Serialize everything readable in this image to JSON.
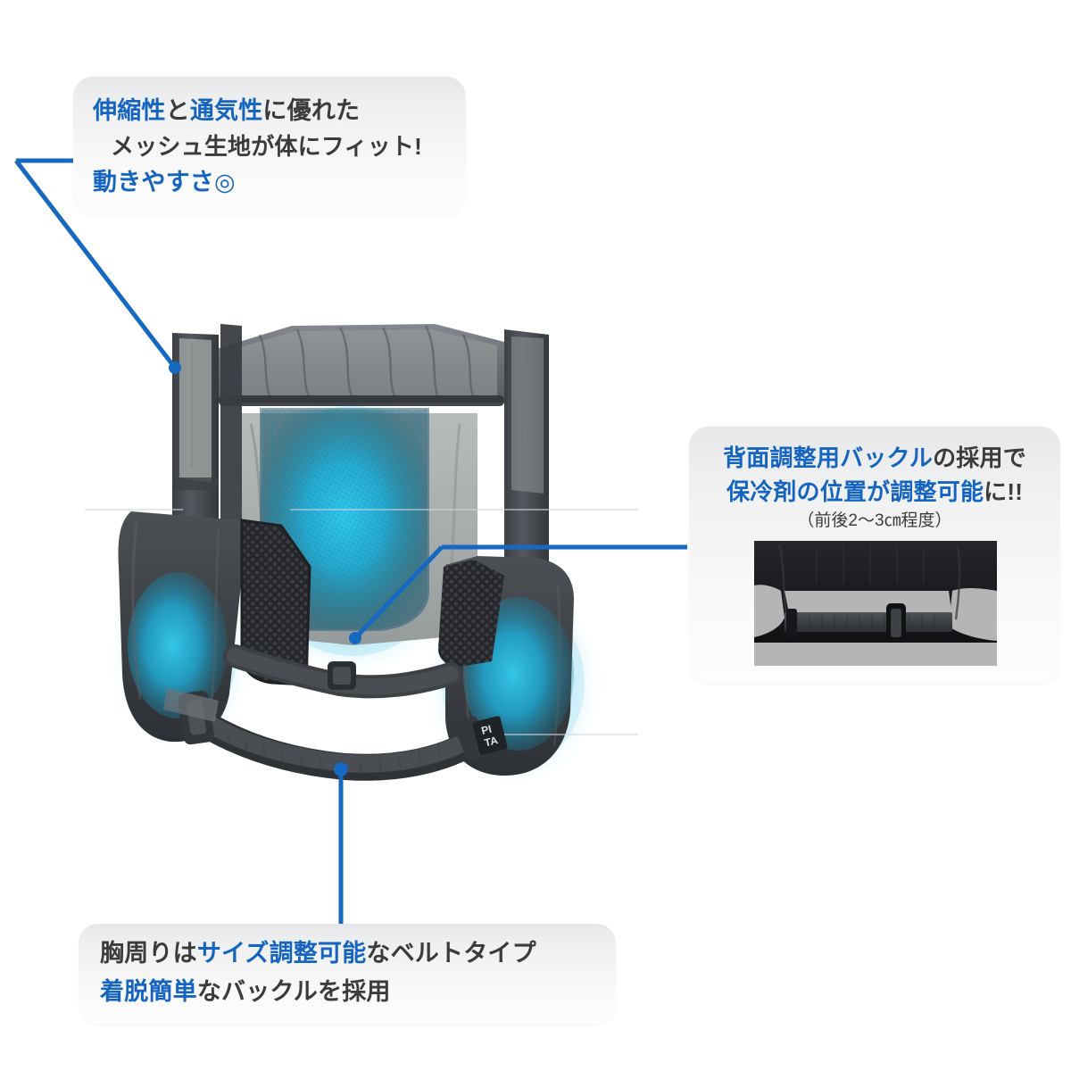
{
  "page": {
    "background": "#ffffff",
    "accent_blue": "#1565c0",
    "line_blue": "#1569c0",
    "text_dark": "#3b3b3b",
    "cool_cyan": "#22b3d8"
  },
  "callouts": [
    {
      "id": "mesh",
      "name": "callout-mesh-fit",
      "lines": [
        {
          "segments": [
            {
              "text": "伸縮性",
              "highlight": true
            },
            {
              "text": "と",
              "highlight": false
            },
            {
              "text": "通気性",
              "highlight": true
            },
            {
              "text": "に優れた",
              "highlight": false
            }
          ]
        },
        {
          "segments": [
            {
              "text": "メッシュ生地が体にフィット!",
              "highlight": false
            }
          ]
        },
        {
          "segments": [
            {
              "text": "動きやすさ◎",
              "highlight": true
            }
          ]
        }
      ]
    },
    {
      "id": "buckle",
      "name": "callout-back-buckle",
      "lines": [
        {
          "segments": [
            {
              "text": "背面調整用バックル",
              "highlight": true
            },
            {
              "text": "の採用で",
              "highlight": false
            }
          ]
        },
        {
          "segments": [
            {
              "text": "保冷剤の位置が調整可能",
              "highlight": true
            },
            {
              "text": "に!!",
              "highlight": false
            }
          ]
        }
      ],
      "sub": "（前後2〜3㎝程度）",
      "inset_caption": "back-adjustment-buckle-photo"
    },
    {
      "id": "belt",
      "name": "callout-chest-belt",
      "lines": [
        {
          "segments": [
            {
              "text": "胸周りは",
              "highlight": false
            },
            {
              "text": "サイズ調整可能",
              "highlight": true
            },
            {
              "text": "なベルトタイプ",
              "highlight": false
            }
          ]
        },
        {
          "segments": [
            {
              "text": "着脱簡単",
              "highlight": true
            },
            {
              "text": "なバックルを採用",
              "highlight": false
            }
          ]
        }
      ]
    }
  ],
  "product": {
    "name": "cooling-vest-photo",
    "brand_tag_line1": "PI",
    "brand_tag_line2": "TA"
  }
}
